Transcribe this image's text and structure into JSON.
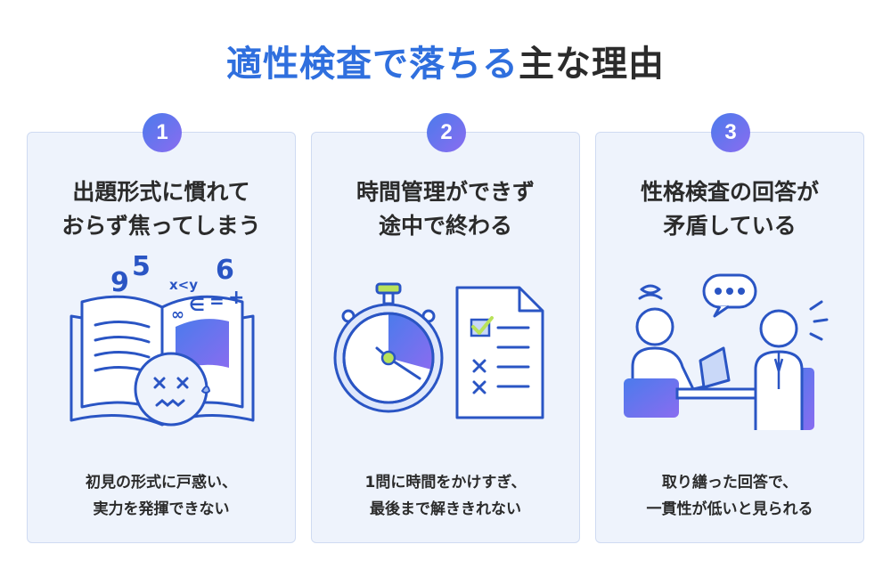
{
  "title": {
    "highlight": "適性検査で落ちる",
    "rest": "主な理由"
  },
  "colors": {
    "accent": "#2f6fde",
    "card_bg": "#eef3fc",
    "card_border": "#cfdbf2",
    "illustration_stroke": "#2a55c4",
    "gradient_start": "#4b7bec",
    "gradient_end": "#8a6cf0"
  },
  "cards": [
    {
      "number": "1",
      "heading": [
        "出題形式に慣れて",
        "おらず焦ってしまう"
      ],
      "illustration": "confused-face-book-icon",
      "illustration_text": {
        "n1": "9",
        "n2": "5",
        "n3": "6",
        "expr1": "x<y",
        "expr2": "∈",
        "expr3": "=",
        "expr4": "+",
        "expr5": "∞"
      },
      "description": [
        "初見の形式に戸惑い、",
        "実力を発揮できない"
      ]
    },
    {
      "number": "2",
      "heading": [
        "時間管理ができず",
        "途中で終わる"
      ],
      "illustration": "stopwatch-checklist-icon",
      "description": [
        "1問に時間をかけすぎ、",
        "最後まで解ききれない"
      ]
    },
    {
      "number": "3",
      "heading": [
        "性格検査の回答が",
        "矛盾している"
      ],
      "illustration": "interview-people-icon",
      "description": [
        "取り繕った回答で、",
        "一貫性が低いと見られる"
      ]
    }
  ]
}
